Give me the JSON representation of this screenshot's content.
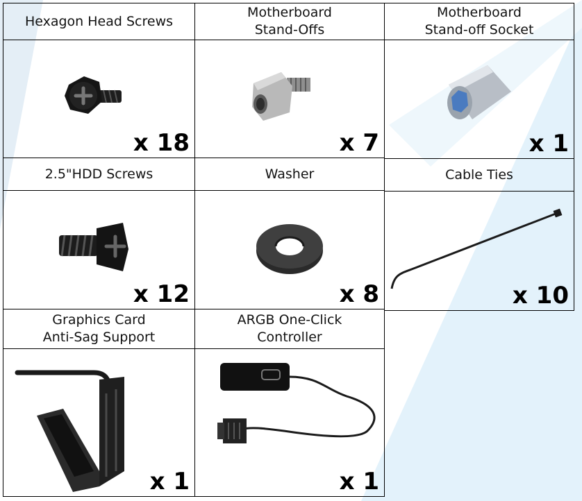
{
  "items": [
    {
      "label": "Hexagon Head Screws",
      "quantity": "x 18",
      "icon": "hex-head-screw-icon"
    },
    {
      "label": "Motherboard\nStand-Offs",
      "quantity": "x 7",
      "icon": "standoff-icon"
    },
    {
      "label": "Motherboard\nStand-off Socket",
      "quantity": "x 1",
      "icon": "socket-icon"
    },
    {
      "label": "2.5\"HDD Screws",
      "quantity": "x 12",
      "icon": "hdd-screw-icon"
    },
    {
      "label": "Washer",
      "quantity": "x 8",
      "icon": "washer-icon"
    },
    {
      "label": "Cable Ties",
      "quantity": "x 10",
      "icon": "cable-tie-icon"
    },
    {
      "label": "Graphics Card\nAnti-Sag Support",
      "quantity": "x 1",
      "icon": "anti-sag-bracket-icon"
    },
    {
      "label": "ARGB One-Click\nController",
      "quantity": "x 1",
      "icon": "argb-controller-icon"
    }
  ],
  "colors": {
    "background_accent": "#e3f2fb",
    "border": "#000000"
  }
}
